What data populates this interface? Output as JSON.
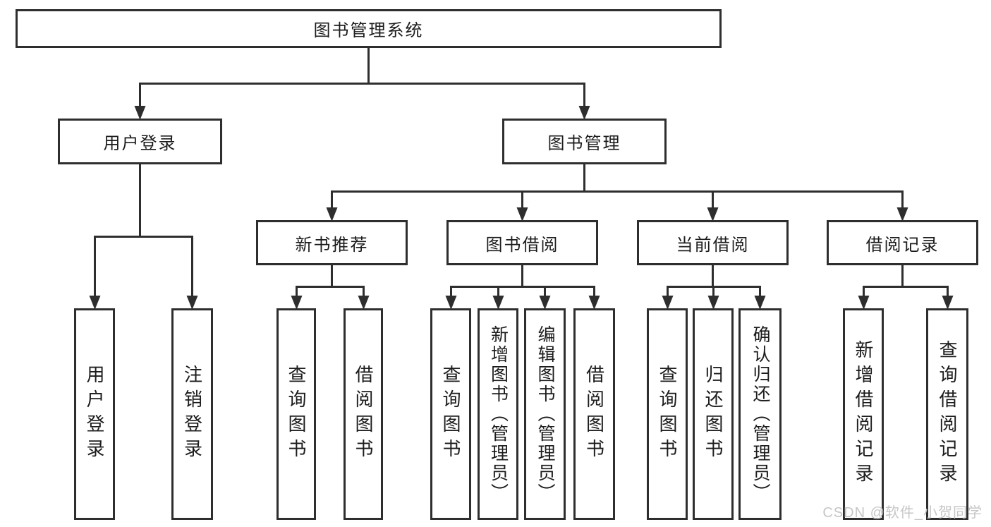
{
  "diagram": {
    "title": "图书管理系统",
    "nodes": {
      "root": {
        "label": "图书管理系统"
      },
      "l2": [
        {
          "label": "用户登录"
        },
        {
          "label": "图书管理"
        }
      ],
      "l3": [
        {
          "label": "新书推荐"
        },
        {
          "label": "图书借阅"
        },
        {
          "label": "当前借阅"
        },
        {
          "label": "借阅记录"
        }
      ],
      "leaves": [
        {
          "label": "用户登录",
          "parent": "用户登录"
        },
        {
          "label": "注销登录",
          "parent": "用户登录"
        },
        {
          "label": "查询图书",
          "parent": "新书推荐"
        },
        {
          "label": "借阅图书",
          "parent": "新书推荐"
        },
        {
          "label": "查询图书",
          "parent": "图书借阅"
        },
        {
          "label": "新增图书（管理员）",
          "parent": "图书借阅"
        },
        {
          "label": "编辑图书（管理员）",
          "parent": "图书借阅"
        },
        {
          "label": "借阅图书",
          "parent": "图书借阅"
        },
        {
          "label": "查询图书",
          "parent": "当前借阅"
        },
        {
          "label": "归还图书",
          "parent": "当前借阅"
        },
        {
          "label": "确认归还（管理员）",
          "parent": "当前借阅"
        },
        {
          "label": "新增借阅记录",
          "parent": "借阅记录"
        },
        {
          "label": "查询借阅记录",
          "parent": "借阅记录"
        }
      ]
    },
    "colors": {
      "line": "#2e2e2e",
      "text": "#1c1c1c",
      "watermark": "#c6c6c6",
      "background": "#ffffff"
    },
    "watermark": "CSDN @软件_小贺同学"
  }
}
